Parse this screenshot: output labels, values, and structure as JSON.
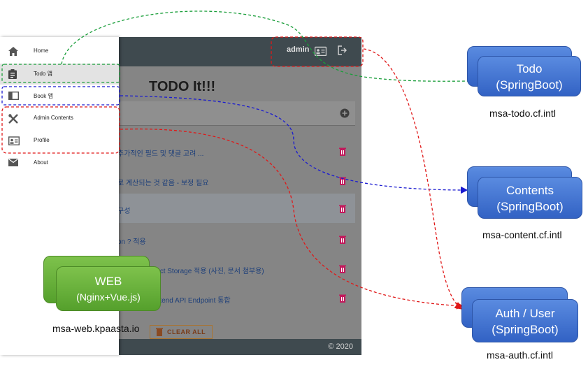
{
  "app": {
    "topbar": {
      "user_label": "admin"
    },
    "title": "TODO It!!!",
    "todo_items": [
      {
        "text": "추가적인 필드 및 댓글 고려 ...",
        "selected": false
      },
      {
        "text": "로 계산되는 것 같음 - 보정 필요",
        "selected": false
      },
      {
        "text": "구성",
        "selected": true
      },
      {
        "text": "on ? 적용",
        "selected": false
      },
      {
        "text": "배포하여 Object Storage 적용 (사진, 문서 첨부용)",
        "selected": false
      },
      {
        "text": "teway 로 Backend API Endpoint 통합",
        "selected": false
      }
    ],
    "clear_all_label": "CLEAR ALL",
    "footer_text": "© 2020"
  },
  "drawer": {
    "items": [
      {
        "label": "Home",
        "icon": "home-icon"
      },
      {
        "label": "Todo 앱",
        "icon": "clipboard-icon"
      },
      {
        "label": "Book 앱",
        "icon": "book-icon"
      },
      {
        "label": "Admin Contents",
        "icon": "tools-icon"
      },
      {
        "label": "Profile",
        "icon": "id-card-icon"
      },
      {
        "label": "About",
        "icon": "mail-icon"
      }
    ]
  },
  "services": {
    "todo": {
      "name": "Todo",
      "tech": "(SpringBoot)",
      "host": "msa-todo.cf.intl",
      "color": "#3a6fd0"
    },
    "contents": {
      "name": "Contents",
      "tech": "(SpringBoot)",
      "host": "msa-content.cf.intl",
      "color": "#3a6fd0"
    },
    "auth": {
      "name": "Auth / User",
      "tech": "(SpringBoot)",
      "host": "msa-auth.cf.intl",
      "color": "#3a6fd0"
    },
    "web": {
      "name": "WEB",
      "tech": "(Nginx+Vue.js)",
      "host": "msa-web.kpaasta.io",
      "color": "#6ab23a"
    }
  },
  "connectors": {
    "todo_color": "#1a9e3a",
    "contents_color": "#1a1ad0",
    "auth_color": "#e01818"
  }
}
